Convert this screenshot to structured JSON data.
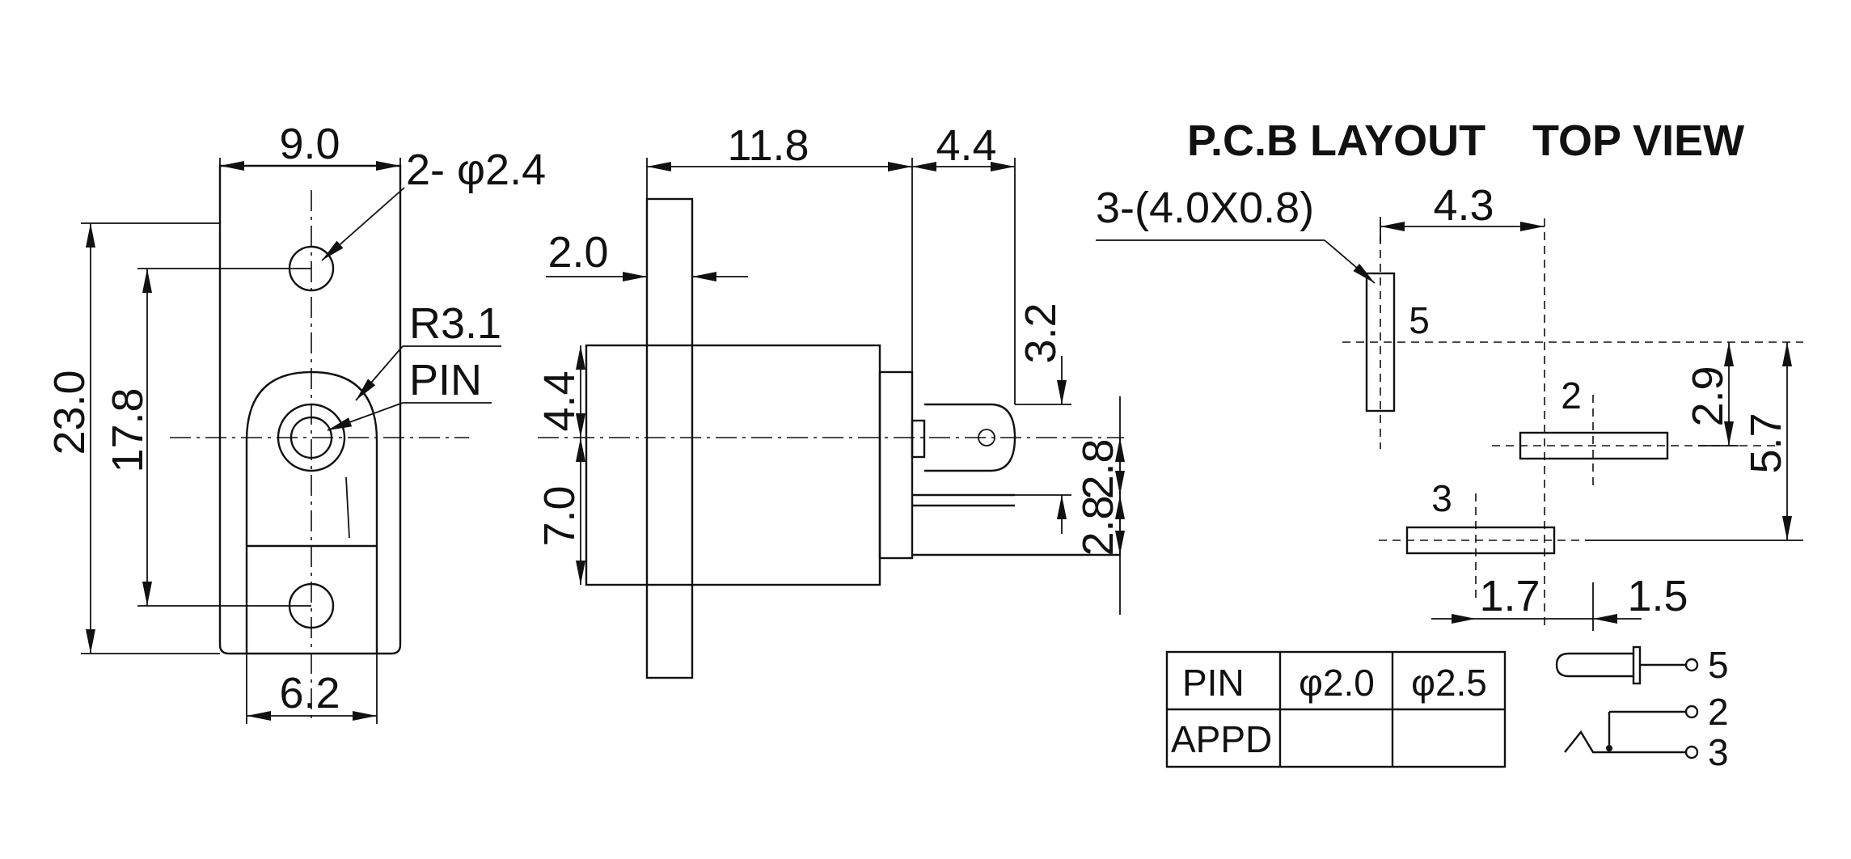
{
  "headers": {
    "pcb_layout": "P.C.B LAYOUT",
    "top_view": "TOP VIEW"
  },
  "front_view": {
    "width": "9.0",
    "holes": "2- φ2.4",
    "height": "23.0",
    "hole_pitch": "17.8",
    "radius": "R3.1",
    "pin": "PIN",
    "bottom_width": "6.2"
  },
  "side_view": {
    "body_length": "11.8",
    "pin_length": "4.4",
    "flange": "2.0",
    "pin_offset": "3.2",
    "upper": "4.4",
    "lower": "7.0",
    "gap_a": "2.8",
    "gap_b": "2.8"
  },
  "pcb": {
    "slots": "3-(4.0X0.8)",
    "spacing_x": "4.3",
    "spacing_y1": "2.9",
    "spacing_y2": "5.7",
    "offset_a": "1.7",
    "offset_b": "1.5",
    "pin_5": "5",
    "pin_2": "2",
    "pin_3": "3"
  },
  "table": {
    "row1": [
      "PIN",
      "φ2.0",
      "φ2.5"
    ],
    "row2": [
      "APPD",
      "",
      ""
    ]
  },
  "schematic": {
    "pin_5": "5",
    "pin_2": "2",
    "pin_3": "3"
  }
}
